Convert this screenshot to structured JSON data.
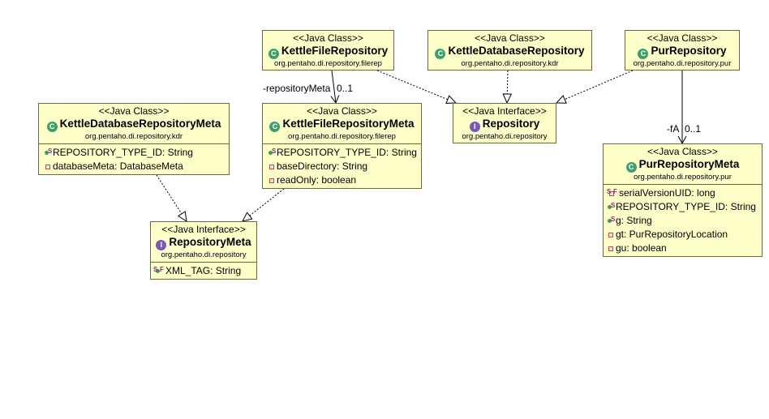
{
  "classes": {
    "kettle_file_repository": {
      "stereotype": "<<Java Class>>",
      "name": "KettleFileRepository",
      "package": "org.pentaho.di.repository.filerep"
    },
    "kettle_database_repository": {
      "stereotype": "<<Java Class>>",
      "name": "KettleDatabaseRepository",
      "package": "org.pentaho.di.repository.kdr"
    },
    "pur_repository": {
      "stereotype": "<<Java Class>>",
      "name": "PurRepository",
      "package": "org.pentaho.di.repository.pur"
    },
    "kettle_database_repository_meta": {
      "stereotype": "<<Java Class>>",
      "name": "KettleDatabaseRepositoryMeta",
      "package": "org.pentaho.di.repository.kdr",
      "attributes": [
        "REPOSITORY_TYPE_ID: String",
        "databaseMeta: DatabaseMeta"
      ]
    },
    "kettle_file_repository_meta": {
      "stereotype": "<<Java Class>>",
      "name": "KettleFileRepositoryMeta",
      "package": "org.pentaho.di.repository.filerep",
      "attributes": [
        "REPOSITORY_TYPE_ID: String",
        "baseDirectory: String",
        "readOnly: boolean"
      ]
    },
    "repository": {
      "stereotype": "<<Java Interface>>",
      "name": "Repository",
      "package": "org.pentaho.di.repository"
    },
    "pur_repository_meta": {
      "stereotype": "<<Java Class>>",
      "name": "PurRepositoryMeta",
      "package": "org.pentaho.di.repository.pur",
      "attributes": [
        "serialVersionUID: long",
        "REPOSITORY_TYPE_ID: String",
        "g: String",
        "gt: PurRepositoryLocation",
        "gu: boolean"
      ]
    },
    "repository_meta": {
      "stereotype": "<<Java Interface>>",
      "name": "RepositoryMeta",
      "package": "org.pentaho.di.repository",
      "attributes": [
        "XML_TAG: String"
      ]
    }
  },
  "associations": {
    "file_repo_meta": {
      "role": "-repositoryMeta",
      "multiplicity": "0..1"
    },
    "pur_repo_meta": {
      "role": "-fA",
      "multiplicity": "0..1"
    }
  },
  "icons": {
    "class": "class-icon",
    "interface": "interface-icon",
    "static_superscript": "S",
    "final_superscript": "F"
  },
  "colors": {
    "box_fill": "#fefec9",
    "box_border": "#6b6b3a",
    "class_icon": "#3f9f6a",
    "interface_icon": "#7a59b8"
  }
}
